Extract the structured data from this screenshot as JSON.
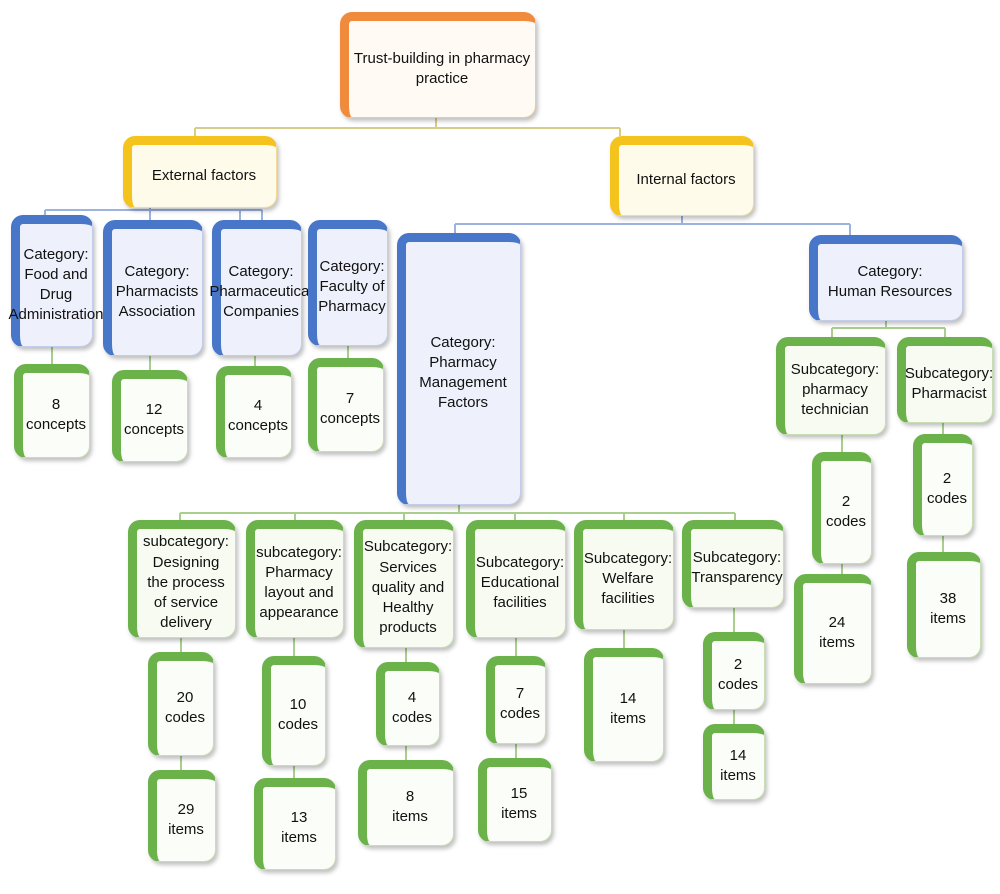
{
  "root": "Trust-building in pharmacy practice",
  "external": {
    "label": "External factors",
    "categories": [
      {
        "label": "Category:\nFood and Drug Administration",
        "count": "8\nconcepts"
      },
      {
        "label": "Category:\nPharmacists Association",
        "count": "12\nconcepts"
      },
      {
        "label": "Category:\nPharmaceutical Companies",
        "count": "4\nconcepts"
      },
      {
        "label": "Category:\nFaculty of Pharmacy",
        "count": "7\nconcepts"
      }
    ]
  },
  "internal": {
    "label": "Internal factors",
    "management": {
      "label": "Category:\nPharmacy Management Factors",
      "subcategories": [
        {
          "label": "subcategory:\nDesigning the process of service delivery",
          "codes": "20\ncodes",
          "items": "29\nitems"
        },
        {
          "label": "subcategory:\nPharmacy layout and appearance",
          "codes": "10\ncodes",
          "items": "13\nitems"
        },
        {
          "label": "Subcategory:\nServices quality and Healthy products",
          "codes": "4\ncodes",
          "items": "8\nitems"
        },
        {
          "label": "Subcategory:\nEducational facilities",
          "codes": "7\ncodes",
          "items": "15\nitems"
        },
        {
          "label": "Subcategory:\nWelfare facilities",
          "items": "14\nitems"
        },
        {
          "label": "Subcategory:\nTransparency",
          "codes": "2\ncodes",
          "items": "14\nitems"
        }
      ]
    },
    "human_resources": {
      "label": "Category:\nHuman Resources",
      "subcategories": [
        {
          "label": "Subcategory:\npharmacy technician",
          "codes": "2\ncodes",
          "items": "24\nitems"
        },
        {
          "label": "Subcategory:\nPharmacist",
          "codes": "2\ncodes",
          "items": "38\nitems"
        }
      ]
    }
  },
  "colors": {
    "root_accent": "#f08a3c",
    "factor_accent": "#f4c31e",
    "category_accent": "#4876c8",
    "subcategory_accent": "#6bb24a",
    "connector_external": "#d8cc8a",
    "connector_category": "#9bb3de",
    "connector_sub": "#a9cf8e"
  }
}
